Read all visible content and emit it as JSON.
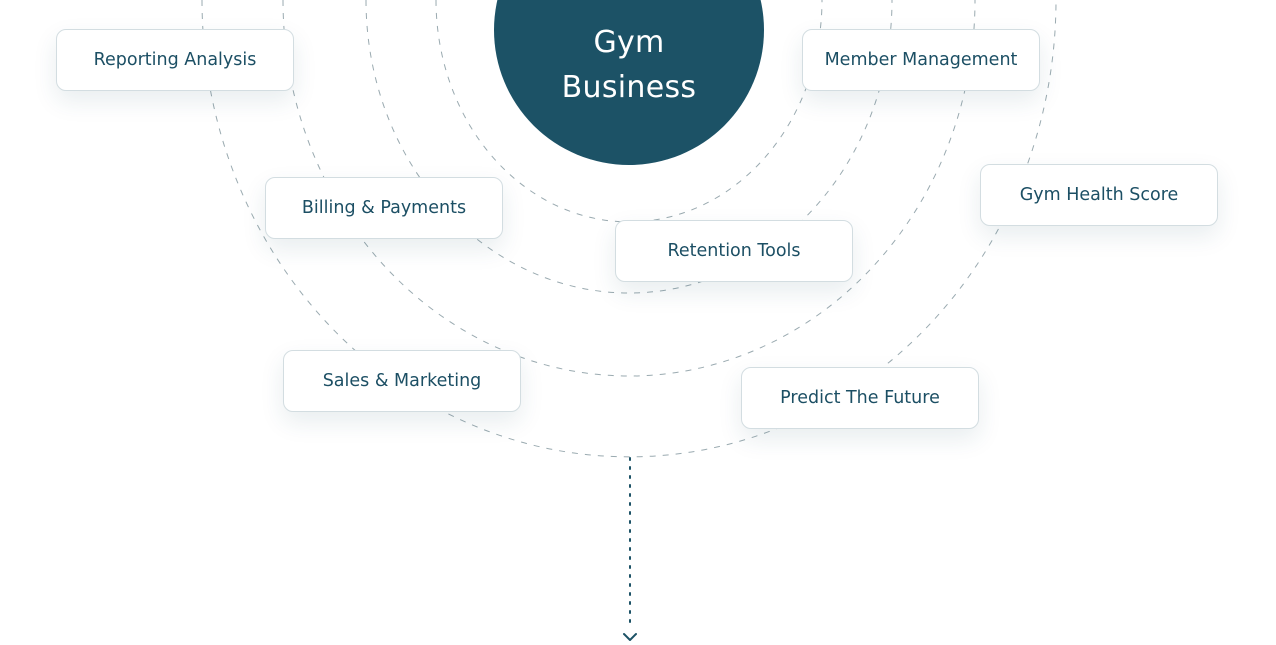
{
  "center": {
    "title": "Gym Business"
  },
  "nodes": [
    {
      "id": "reporting-analysis",
      "label": "Reporting Analysis"
    },
    {
      "id": "member-management",
      "label": "Member Management"
    },
    {
      "id": "billing-payments",
      "label": "Billing & Payments"
    },
    {
      "id": "gym-health-score",
      "label": "Gym Health Score"
    },
    {
      "id": "retention-tools",
      "label": "Retention Tools"
    },
    {
      "id": "sales-marketing",
      "label": "Sales & Marketing"
    },
    {
      "id": "predict-the-future",
      "label": "Predict The Future"
    }
  ],
  "colors": {
    "center_fill": "#1c5266",
    "node_text": "#1c4f64",
    "node_border": "#d3dde1",
    "arc_stroke": "#9aaab0",
    "arrow": "#1c5266"
  },
  "icons": {
    "scroll_arrow": "chevron-down-icon"
  }
}
